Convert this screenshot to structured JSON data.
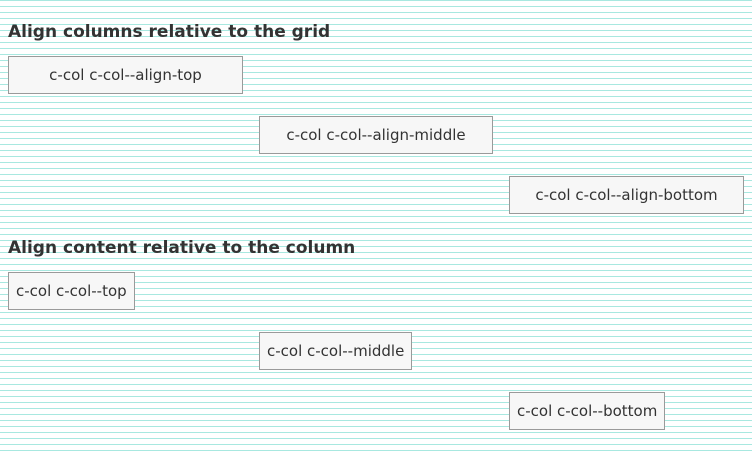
{
  "section_columns": {
    "heading": "Align columns relative to the grid",
    "items": [
      {
        "label": "c-col c-col--align-top"
      },
      {
        "label": "c-col c-col--align-middle"
      },
      {
        "label": "c-col c-col--align-bottom"
      }
    ]
  },
  "section_content": {
    "heading": "Align content relative to the column",
    "items": [
      {
        "label": "c-col c-col--top"
      },
      {
        "label": "c-col c-col--middle"
      },
      {
        "label": "c-col c-col--bottom"
      }
    ]
  }
}
